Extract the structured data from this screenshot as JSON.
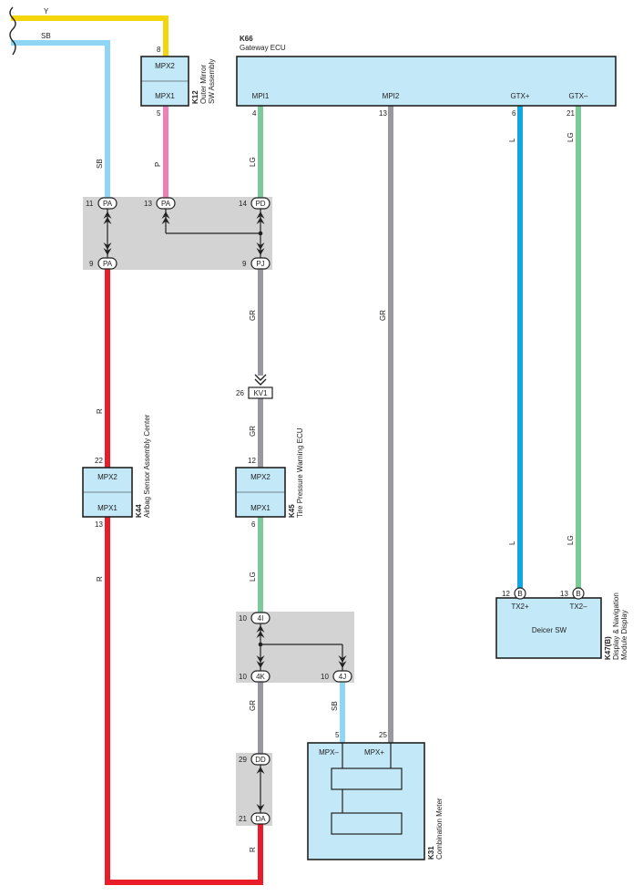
{
  "colors": {
    "Y": "#f5d60c",
    "SB": "#8fd5f5",
    "P": "#ee7fb7",
    "LG": "#7cc99a",
    "GR": "#98989e",
    "L": "#12a6e0",
    "R": "#e91d2a",
    "component_fill": "#c3e8f8",
    "junction_fill": "#d3d3d4"
  },
  "wire_colors": {
    "y_top": "Y",
    "sb_top": "SB",
    "sb_left": "SB",
    "p_k12": "P",
    "lg_k66": "LG",
    "gr_k66": "GR",
    "l_k66": "L",
    "lg_k66b": "LG",
    "r_upper": "R",
    "gr_mid": "GR",
    "gr_kv1": "GR",
    "r_lower": "R",
    "lg_k45": "LG",
    "l_k47": "L",
    "lg_k47": "LG",
    "gr_lower": "GR",
    "sb_k31": "SB",
    "r_bottom": "R"
  },
  "components": {
    "k12": {
      "code": "K12",
      "name_line1": "Outer Mirror",
      "name_line2": "SW Assembly",
      "pin_top": "MPX2",
      "pin_bottom": "MPX1",
      "pin_top_no": "8",
      "pin_bottom_no": "5"
    },
    "k66": {
      "code": "K66",
      "name": "Gateway ECU",
      "pins": [
        "MPI1",
        "MPI2",
        "GTX+",
        "GTX–"
      ],
      "pin_nos": [
        "4",
        "13",
        "6",
        "21"
      ]
    },
    "k44": {
      "code": "K44",
      "name": "Airbag Sensor Assembly Center",
      "pin_top": "MPX2",
      "pin_bottom": "MPX1",
      "pin_top_no": "22",
      "pin_bottom_no": "13"
    },
    "k45": {
      "code": "K45",
      "name": "Tire Pressure Warning ECU",
      "pin_top": "MPX2",
      "pin_bottom": "MPX1",
      "pin_top_no": "12",
      "pin_bottom_no": "6"
    },
    "k47": {
      "code": "K47(B)",
      "name_line1": "Display & Navigation",
      "name_line2": "Module Display",
      "inner": "Deicer SW",
      "pins": [
        "TX2+",
        "TX2–"
      ],
      "pin_nos": [
        "12",
        "13"
      ],
      "connector": "B"
    },
    "k31": {
      "code": "K31",
      "name": "Combination Meter",
      "pins": [
        "MPX–",
        "MPX+"
      ],
      "pin_nos": [
        "5",
        "25"
      ]
    }
  },
  "junctions": {
    "j1": [
      {
        "no": "11",
        "code": "PA"
      },
      {
        "no": "13",
        "code": "PA"
      },
      {
        "no": "14",
        "code": "PD"
      },
      {
        "no": "9",
        "code": "PA"
      },
      {
        "no": "9",
        "code": "PJ"
      }
    ],
    "j2": [
      {
        "no": "10",
        "code": "4I"
      },
      {
        "no": "10",
        "code": "4K"
      },
      {
        "no": "10",
        "code": "4J"
      }
    ],
    "j3": [
      {
        "no": "29",
        "code": "DD"
      },
      {
        "no": "21",
        "code": "DA"
      }
    ]
  },
  "connector_kv1": {
    "no": "26",
    "code": "KV1"
  }
}
